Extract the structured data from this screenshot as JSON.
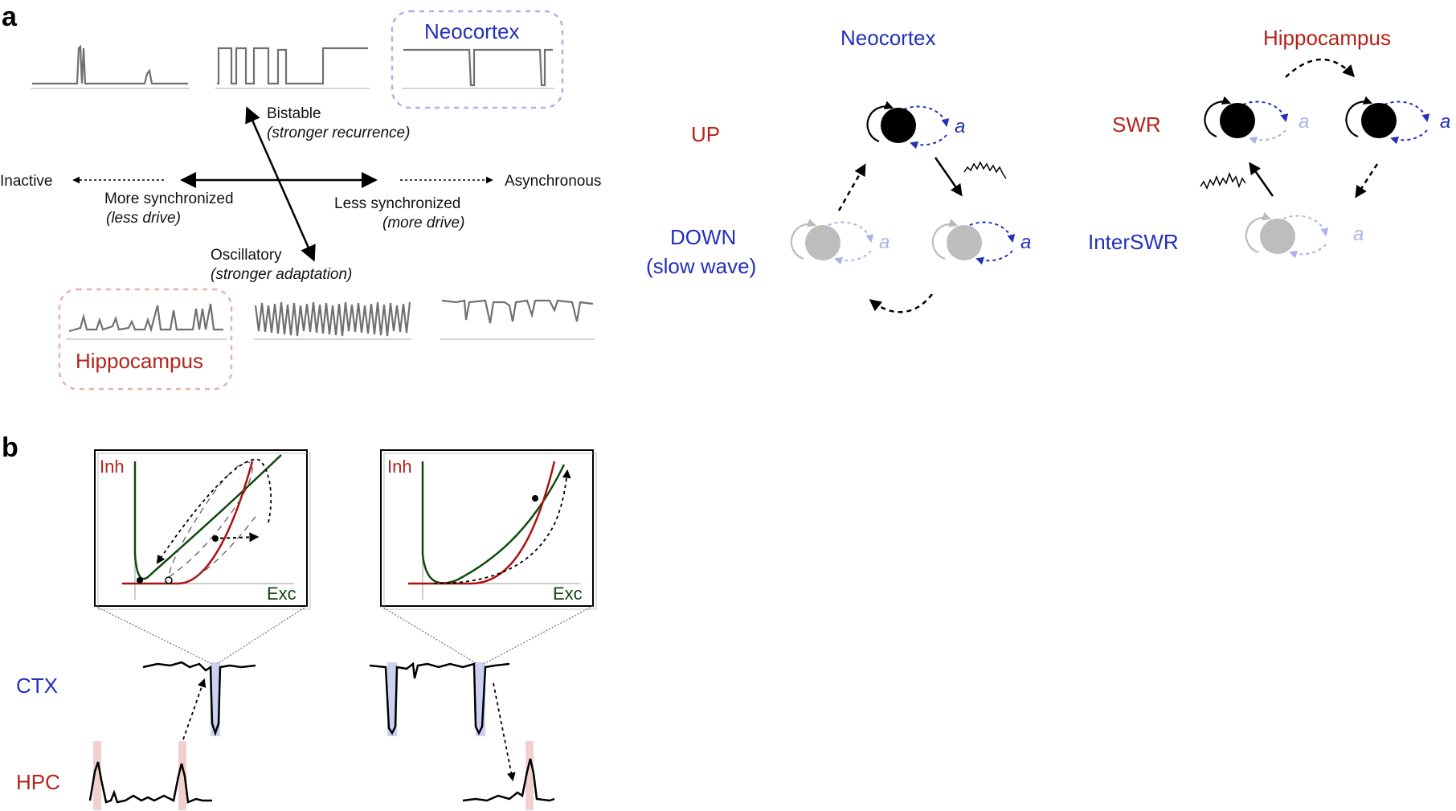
{
  "panel_a": {
    "label": "a",
    "neocortex_box": "Neocortex",
    "hippocampus_box": "Hippocampus",
    "bistable": "Bistable",
    "bistable_sub": "(stronger recurrence)",
    "oscillatory": "Oscillatory",
    "oscillatory_sub": "(stronger adaptation)",
    "inactive": "Inactive",
    "asynchronous": "Asynchronous",
    "more_sync": "More synchronized",
    "more_sync_sub": "(less drive)",
    "less_sync": "Less synchronized",
    "less_sync_sub": "(more drive)",
    "ctx_title": "Neocortex",
    "hpc_title": "Hippocampus",
    "up": "UP",
    "down_line1": "DOWN",
    "down_line2": "(slow wave)",
    "swr": "SWR",
    "interswr": "InterSWR",
    "adaptation": "a"
  },
  "panel_b": {
    "label": "b",
    "inh": "Inh",
    "exc": "Exc",
    "ctx": "CTX",
    "hpc": "HPC"
  },
  "colors": {
    "blue": "#2230b8",
    "red": "#b5231c",
    "trace_gray": "#707070",
    "nullcline_green": "#0c4a0c",
    "nullcline_red": "#b01010",
    "box_blue_dash": "#aab3ea",
    "box_pink_dash": "#e8b2ac"
  }
}
